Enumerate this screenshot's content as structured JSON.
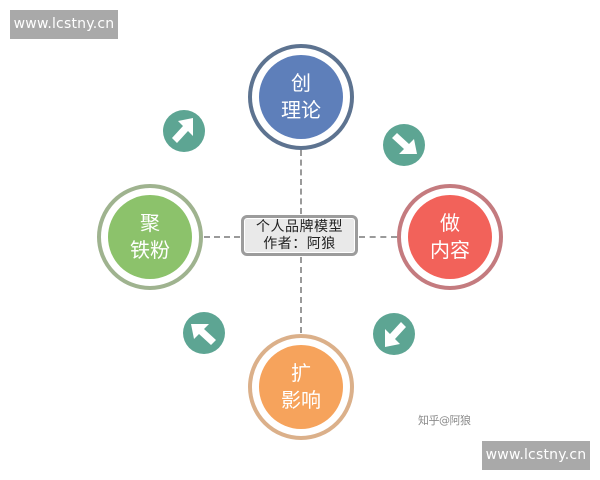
{
  "watermarks": {
    "top_left": "www.lcstny.cn",
    "bottom_right": "www.lcstny.cn"
  },
  "center": {
    "title": "个人品牌模型",
    "author": "作者：阿狼",
    "fill_color": "#e9e9e9",
    "border_color": "#9c9c9c"
  },
  "nodes": {
    "top": {
      "line1": "创",
      "line2": "理论",
      "fill_color": "#5e7fba",
      "ring_color": "#5d7390"
    },
    "right": {
      "line1": "做",
      "line2": "内容",
      "fill_color": "#f2625a",
      "ring_color": "#c47b7f"
    },
    "bottom": {
      "line1": "扩",
      "line2": "影响",
      "fill_color": "#f6a35c",
      "ring_color": "#dbb08a"
    },
    "left": {
      "line1": "聚",
      "line2": "铁粉",
      "fill_color": "#8cc26b",
      "ring_color": "#9fb38f"
    }
  },
  "arrows": {
    "color": "#5da593",
    "items": [
      {
        "position": "top-left",
        "direction": "up-right"
      },
      {
        "position": "top-right",
        "direction": "down-right"
      },
      {
        "position": "bottom-right",
        "direction": "down-left"
      },
      {
        "position": "bottom-left",
        "direction": "up-left"
      }
    ]
  },
  "credit": "知乎@阿狼"
}
